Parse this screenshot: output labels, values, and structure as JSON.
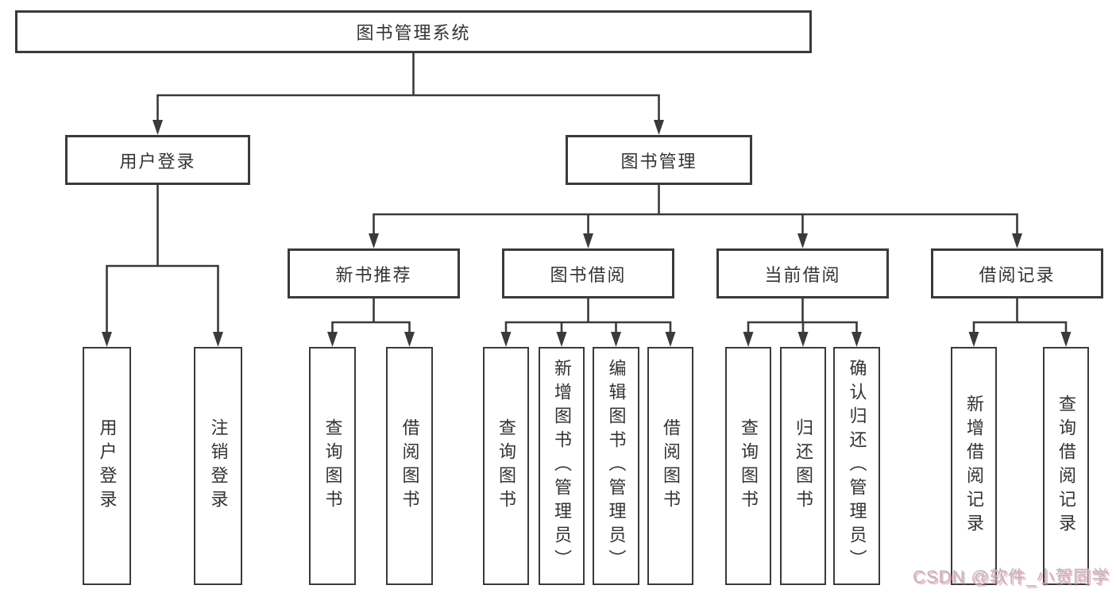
{
  "root": {
    "label": "图书管理系统"
  },
  "user_branch": {
    "label": "用户登录",
    "children": [
      {
        "label": "用户登录"
      },
      {
        "label": "注销登录"
      }
    ]
  },
  "book_branch": {
    "label": "图书管理",
    "children": [
      {
        "label": "新书推荐",
        "children": [
          {
            "label": "查询图书"
          },
          {
            "label": "借阅图书"
          }
        ]
      },
      {
        "label": "图书借阅",
        "children": [
          {
            "label": "查询图书"
          },
          {
            "label": "新增图书（管理员）"
          },
          {
            "label": "编辑图书（管理员）"
          },
          {
            "label": "借阅图书"
          }
        ]
      },
      {
        "label": "当前借阅",
        "children": [
          {
            "label": "查询图书"
          },
          {
            "label": "归还图书"
          },
          {
            "label": "确认归还（管理员）"
          }
        ]
      },
      {
        "label": "借阅记录",
        "children": [
          {
            "label": "新增借阅记录"
          },
          {
            "label": "查询借阅记录"
          }
        ]
      }
    ]
  },
  "watermark": "CSDN @软件_小贺同学",
  "colors": {
    "line": "#3a3a3a",
    "text": "#333333",
    "box_background": "#ffffff",
    "watermark_text": "#b6bac2",
    "watermark_shadow": "#ee7a88"
  }
}
